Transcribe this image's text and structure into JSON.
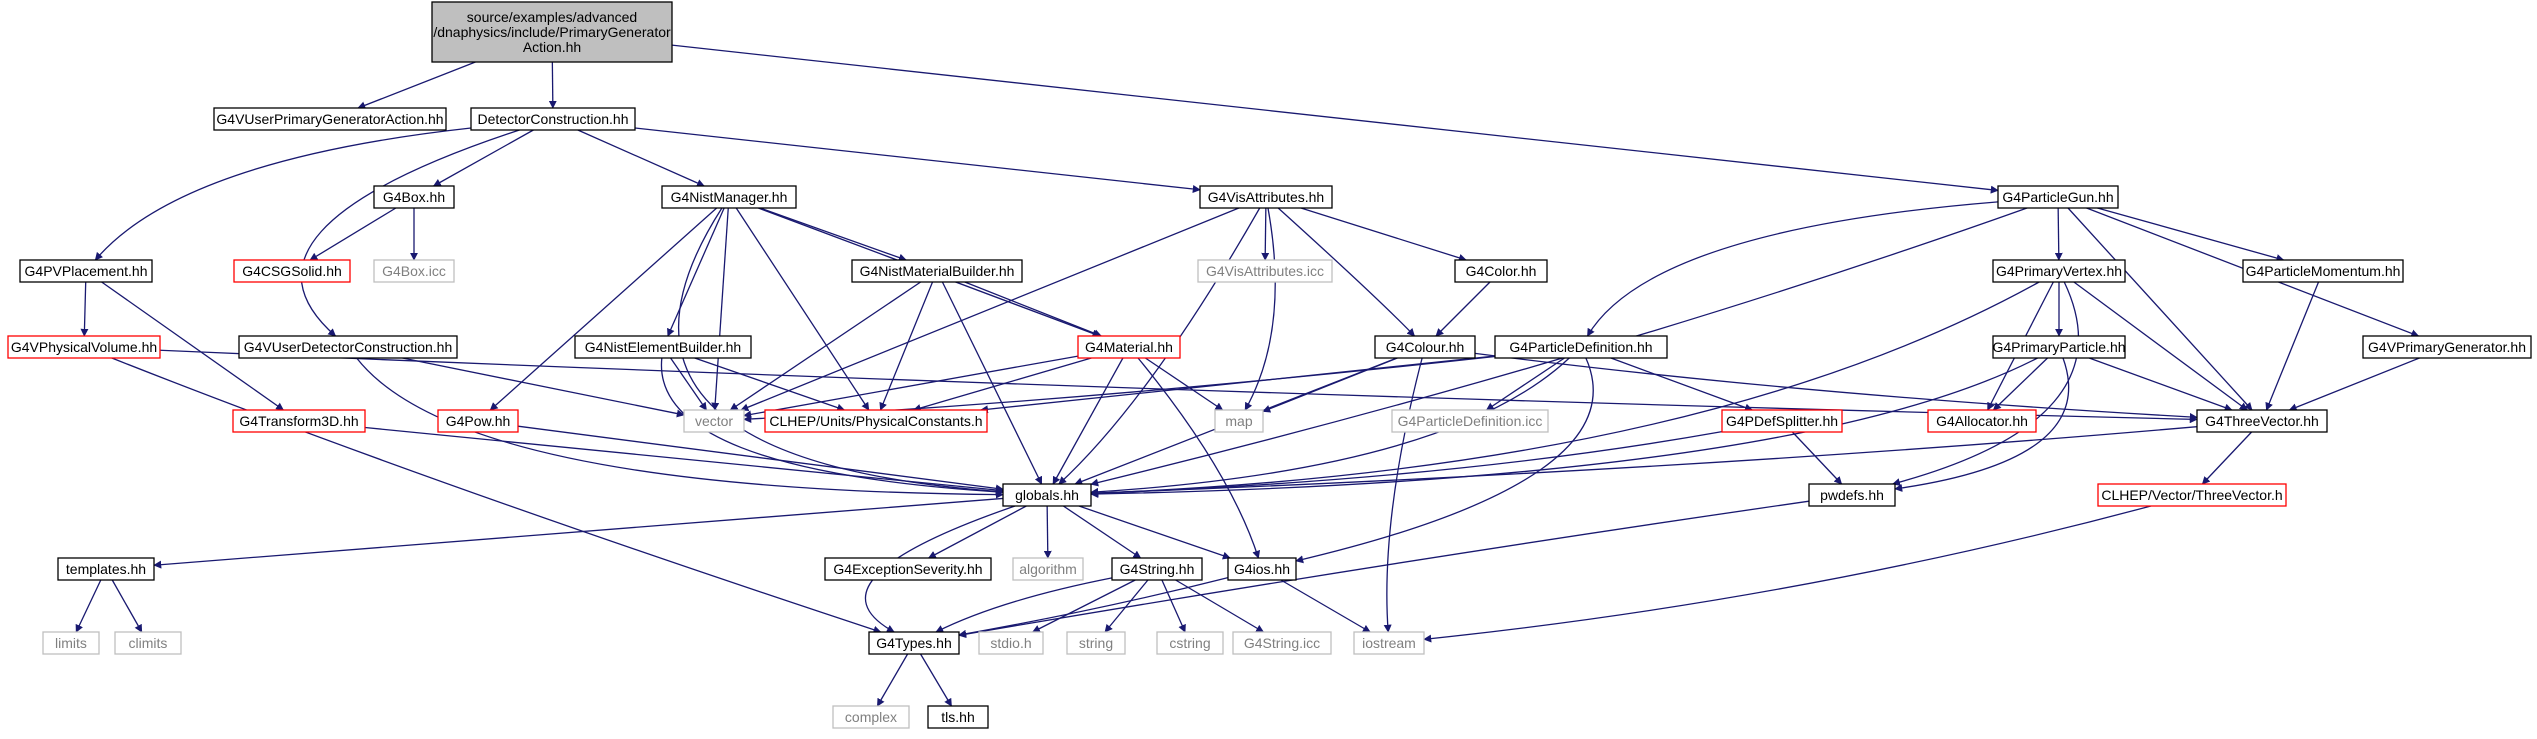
{
  "diagram": {
    "nodes": [
      {
        "id": "root",
        "lines": [
          "source/examples/advanced",
          "/dnaphysics/include/PrimaryGenerator",
          "Action.hh"
        ],
        "style": "root"
      },
      {
        "id": "n_g4vupga",
        "lines": [
          "G4VUserPrimaryGeneratorAction.hh"
        ],
        "style": "normal"
      },
      {
        "id": "n_detcons",
        "lines": [
          "DetectorConstruction.hh"
        ],
        "style": "normal"
      },
      {
        "id": "n_g4pgun",
        "lines": [
          "G4ParticleGun.hh"
        ],
        "style": "normal"
      },
      {
        "id": "n_g4box",
        "lines": [
          "G4Box.hh"
        ],
        "style": "normal"
      },
      {
        "id": "n_g4nist",
        "lines": [
          "G4NistManager.hh"
        ],
        "style": "normal"
      },
      {
        "id": "n_g4visatt",
        "lines": [
          "G4VisAttributes.hh"
        ],
        "style": "normal"
      },
      {
        "id": "n_g4pvplace",
        "lines": [
          "G4PVPlacement.hh"
        ],
        "style": "normal"
      },
      {
        "id": "n_g4csg",
        "lines": [
          "G4CSGSolid.hh"
        ],
        "style": "incomplete"
      },
      {
        "id": "n_g4boxicc",
        "lines": [
          "G4Box.icc"
        ],
        "style": "external"
      },
      {
        "id": "n_g4nistmb",
        "lines": [
          "G4NistMaterialBuilder.hh"
        ],
        "style": "normal"
      },
      {
        "id": "n_g4visicc",
        "lines": [
          "G4VisAttributes.icc"
        ],
        "style": "external"
      },
      {
        "id": "n_g4color",
        "lines": [
          "G4Color.hh"
        ],
        "style": "normal"
      },
      {
        "id": "n_g4primvtx",
        "lines": [
          "G4PrimaryVertex.hh"
        ],
        "style": "normal"
      },
      {
        "id": "n_g4pmom",
        "lines": [
          "G4ParticleMomentum.hh"
        ],
        "style": "normal"
      },
      {
        "id": "n_g4vphysvol",
        "lines": [
          "G4VPhysicalVolume.hh"
        ],
        "style": "incomplete"
      },
      {
        "id": "n_g4vudc",
        "lines": [
          "G4VUserDetectorConstruction.hh"
        ],
        "style": "normal"
      },
      {
        "id": "n_g4nisteb",
        "lines": [
          "G4NistElementBuilder.hh"
        ],
        "style": "normal"
      },
      {
        "id": "n_g4material",
        "lines": [
          "G4Material.hh"
        ],
        "style": "incomplete"
      },
      {
        "id": "n_g4colour",
        "lines": [
          "G4Colour.hh"
        ],
        "style": "normal"
      },
      {
        "id": "n_g4pdef",
        "lines": [
          "G4ParticleDefinition.hh"
        ],
        "style": "normal"
      },
      {
        "id": "n_g4primpart",
        "lines": [
          "G4PrimaryParticle.hh"
        ],
        "style": "normal"
      },
      {
        "id": "n_g4vprimgen",
        "lines": [
          "G4VPrimaryGenerator.hh"
        ],
        "style": "normal"
      },
      {
        "id": "n_g4trans3d",
        "lines": [
          "G4Transform3D.hh"
        ],
        "style": "incomplete"
      },
      {
        "id": "n_g4pow",
        "lines": [
          "G4Pow.hh"
        ],
        "style": "incomplete"
      },
      {
        "id": "n_vector",
        "lines": [
          "vector"
        ],
        "style": "external"
      },
      {
        "id": "n_clhepphys",
        "lines": [
          "CLHEP/Units/PhysicalConstants.h"
        ],
        "style": "incomplete"
      },
      {
        "id": "n_map",
        "lines": [
          "map"
        ],
        "style": "external"
      },
      {
        "id": "n_g4pdicc",
        "lines": [
          "G4ParticleDefinition.icc"
        ],
        "style": "external"
      },
      {
        "id": "n_g4pdefsplit",
        "lines": [
          "G4PDefSplitter.hh"
        ],
        "style": "incomplete"
      },
      {
        "id": "n_g4alloc",
        "lines": [
          "G4Allocator.hh"
        ],
        "style": "incomplete"
      },
      {
        "id": "n_g4threevec",
        "lines": [
          "G4ThreeVector.hh"
        ],
        "style": "normal"
      },
      {
        "id": "n_globals",
        "lines": [
          "globals.hh"
        ],
        "style": "normal"
      },
      {
        "id": "n_pwdefs",
        "lines": [
          "pwdefs.hh"
        ],
        "style": "normal"
      },
      {
        "id": "n_clhepthreevec",
        "lines": [
          "CLHEP/Vector/ThreeVector.h"
        ],
        "style": "incomplete"
      },
      {
        "id": "n_templates",
        "lines": [
          "templates.hh"
        ],
        "style": "normal"
      },
      {
        "id": "n_g4excsev",
        "lines": [
          "G4ExceptionSeverity.hh"
        ],
        "style": "normal"
      },
      {
        "id": "n_algorithm",
        "lines": [
          "algorithm"
        ],
        "style": "external"
      },
      {
        "id": "n_g4string",
        "lines": [
          "G4String.hh"
        ],
        "style": "normal"
      },
      {
        "id": "n_g4ios",
        "lines": [
          "G4ios.hh"
        ],
        "style": "normal"
      },
      {
        "id": "n_limits",
        "lines": [
          "limits"
        ],
        "style": "external"
      },
      {
        "id": "n_climits",
        "lines": [
          "climits"
        ],
        "style": "external"
      },
      {
        "id": "n_g4types",
        "lines": [
          "G4Types.hh"
        ],
        "style": "normal"
      },
      {
        "id": "n_stdio",
        "lines": [
          "stdio.h"
        ],
        "style": "external"
      },
      {
        "id": "n_string",
        "lines": [
          "string"
        ],
        "style": "external"
      },
      {
        "id": "n_cstring",
        "lines": [
          "cstring"
        ],
        "style": "external"
      },
      {
        "id": "n_g4stricc",
        "lines": [
          "G4String.icc"
        ],
        "style": "external"
      },
      {
        "id": "n_iostream",
        "lines": [
          "iostream"
        ],
        "style": "external"
      },
      {
        "id": "n_complex",
        "lines": [
          "complex"
        ],
        "style": "external"
      },
      {
        "id": "n_tls",
        "lines": [
          "tls.hh"
        ],
        "style": "normal"
      }
    ],
    "edges": [
      [
        "root",
        "n_g4vupga"
      ],
      [
        "root",
        "n_detcons"
      ],
      [
        "root",
        "n_g4pgun"
      ],
      [
        "n_detcons",
        "n_g4box"
      ],
      [
        "n_detcons",
        "n_g4nist"
      ],
      [
        "n_detcons",
        "n_g4visatt"
      ],
      [
        "n_detcons",
        "n_g4pvplace"
      ],
      [
        "n_detcons",
        "n_g4vudc"
      ],
      [
        "n_g4box",
        "n_g4csg"
      ],
      [
        "n_g4box",
        "n_g4boxicc"
      ],
      [
        "n_g4nist",
        "n_g4nistmb"
      ],
      [
        "n_g4nist",
        "n_g4nisteb"
      ],
      [
        "n_g4nist",
        "n_g4material"
      ],
      [
        "n_g4nist",
        "n_g4pow"
      ],
      [
        "n_g4nist",
        "n_vector"
      ],
      [
        "n_g4nist",
        "n_clhepphys"
      ],
      [
        "n_g4nist",
        "n_globals"
      ],
      [
        "n_g4nistmb",
        "n_g4material"
      ],
      [
        "n_g4nistmb",
        "n_vector"
      ],
      [
        "n_g4nistmb",
        "n_clhepphys"
      ],
      [
        "n_g4nistmb",
        "n_globals"
      ],
      [
        "n_g4nisteb",
        "n_vector"
      ],
      [
        "n_g4nisteb",
        "n_clhepphys"
      ],
      [
        "n_g4nisteb",
        "n_globals"
      ],
      [
        "n_g4material",
        "n_vector"
      ],
      [
        "n_g4material",
        "n_map"
      ],
      [
        "n_g4material",
        "n_clhepphys"
      ],
      [
        "n_g4material",
        "n_globals"
      ],
      [
        "n_g4material",
        "n_g4ios"
      ],
      [
        "n_g4visatt",
        "n_g4visicc"
      ],
      [
        "n_g4visatt",
        "n_g4color"
      ],
      [
        "n_g4visatt",
        "n_g4colour"
      ],
      [
        "n_g4visatt",
        "n_vector"
      ],
      [
        "n_g4visatt",
        "n_map"
      ],
      [
        "n_g4visatt",
        "n_globals"
      ],
      [
        "n_g4color",
        "n_g4colour"
      ],
      [
        "n_g4colour",
        "n_map"
      ],
      [
        "n_g4colour",
        "n_globals"
      ],
      [
        "n_g4colour",
        "n_g4threevec"
      ],
      [
        "n_g4colour",
        "n_iostream"
      ],
      [
        "n_g4pvplace",
        "n_g4vphysvol"
      ],
      [
        "n_g4pvplace",
        "n_g4trans3d"
      ],
      [
        "n_g4vphysvol",
        "n_g4threevec"
      ],
      [
        "n_g4vphysvol",
        "n_g4types"
      ],
      [
        "n_g4vudc",
        "n_vector"
      ],
      [
        "n_g4vudc",
        "n_globals"
      ],
      [
        "n_g4trans3d",
        "n_globals"
      ],
      [
        "n_g4pow",
        "n_globals"
      ],
      [
        "n_g4pgun",
        "n_g4pdef"
      ],
      [
        "n_g4pgun",
        "n_g4primvtx"
      ],
      [
        "n_g4pgun",
        "n_g4pmom"
      ],
      [
        "n_g4pgun",
        "n_g4vprimgen"
      ],
      [
        "n_g4pgun",
        "n_g4threevec"
      ],
      [
        "n_g4pgun",
        "n_globals"
      ],
      [
        "n_g4pdef",
        "n_vector"
      ],
      [
        "n_g4pdef",
        "n_clhepphys"
      ],
      [
        "n_g4pdef",
        "n_g4pdicc"
      ],
      [
        "n_g4pdef",
        "n_g4pdefsplit"
      ],
      [
        "n_g4pdef",
        "n_globals"
      ],
      [
        "n_g4pdef",
        "n_g4ios"
      ],
      [
        "n_g4pdefsplit",
        "n_globals"
      ],
      [
        "n_g4pdefsplit",
        "n_pwdefs"
      ],
      [
        "n_g4primvtx",
        "n_g4primpart"
      ],
      [
        "n_g4primvtx",
        "n_g4alloc"
      ],
      [
        "n_g4primvtx",
        "n_g4threevec"
      ],
      [
        "n_g4primvtx",
        "n_globals"
      ],
      [
        "n_g4primvtx",
        "n_pwdefs"
      ],
      [
        "n_g4primpart",
        "n_g4alloc"
      ],
      [
        "n_g4primpart",
        "n_g4threevec"
      ],
      [
        "n_g4primpart",
        "n_globals"
      ],
      [
        "n_g4primpart",
        "n_pwdefs"
      ],
      [
        "n_g4pmom",
        "n_g4threevec"
      ],
      [
        "n_g4vprimgen",
        "n_g4threevec"
      ],
      [
        "n_g4threevec",
        "n_globals"
      ],
      [
        "n_g4threevec",
        "n_clhepthreevec"
      ],
      [
        "n_clhepthreevec",
        "n_iostream"
      ],
      [
        "n_pwdefs",
        "n_g4types"
      ],
      [
        "n_globals",
        "n_templates"
      ],
      [
        "n_globals",
        "n_g4excsev"
      ],
      [
        "n_globals",
        "n_algorithm"
      ],
      [
        "n_globals",
        "n_g4string"
      ],
      [
        "n_globals",
        "n_g4ios"
      ],
      [
        "n_globals",
        "n_g4types"
      ],
      [
        "n_templates",
        "n_limits"
      ],
      [
        "n_templates",
        "n_climits"
      ],
      [
        "n_g4string",
        "n_g4types"
      ],
      [
        "n_g4string",
        "n_stdio"
      ],
      [
        "n_g4string",
        "n_string"
      ],
      [
        "n_g4string",
        "n_cstring"
      ],
      [
        "n_g4string",
        "n_g4stricc"
      ],
      [
        "n_g4ios",
        "n_g4types"
      ],
      [
        "n_g4ios",
        "n_iostream"
      ],
      [
        "n_g4types",
        "n_complex"
      ],
      [
        "n_g4types",
        "n_tls"
      ]
    ]
  },
  "colors": {
    "edge": "#191970",
    "normal_border": "#000000",
    "incomplete_border": "#ff0000",
    "external_border": "#bfbfbf",
    "external_text": "#808080",
    "root_fill": "#bfbfbf"
  }
}
